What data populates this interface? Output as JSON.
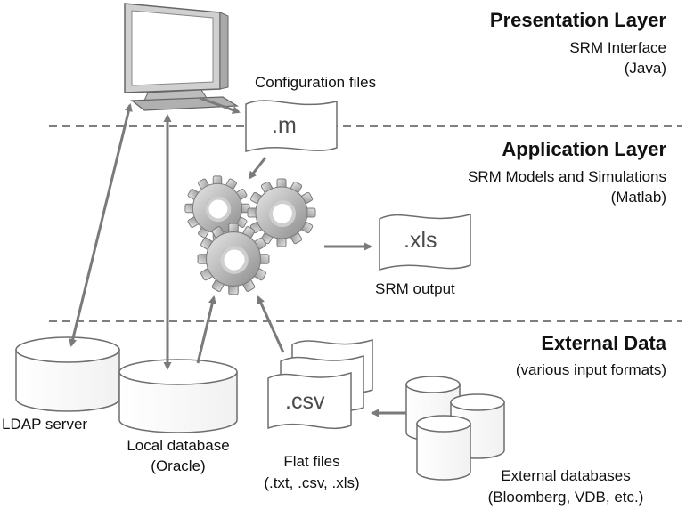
{
  "layers": {
    "presentation": {
      "title": "Presentation Layer",
      "line1": "SRM Interface",
      "line2": "(Java)"
    },
    "application": {
      "title": "Application Layer",
      "line1": "SRM Models and Simulations",
      "line2": "(Matlab)"
    },
    "external": {
      "title": "External Data",
      "line1": "(various input formats)"
    }
  },
  "labels": {
    "config_files": "Configuration files",
    "srm_output": "SRM output",
    "ldap_server": "LDAP server",
    "local_db_line1": "Local database",
    "local_db_line2": "(Oracle)",
    "flat_files_line1": "Flat files",
    "flat_files_line2": "(.txt, .csv, .xls)",
    "ext_db_line1": "External databases",
    "ext_db_line2": "(Bloomberg, VDB, etc.)"
  },
  "documents": {
    "config_ext": ".m",
    "output_ext": ".xls",
    "flat_ext": ".csv"
  },
  "colors": {
    "arrow": "#7a7a7a",
    "gear": "#a8a8a8",
    "outline": "#6e6e6e",
    "divider": "#333333"
  },
  "icons": [
    "monitor-icon",
    "gears-icon",
    "database-icon",
    "document-icon",
    "arrow"
  ]
}
